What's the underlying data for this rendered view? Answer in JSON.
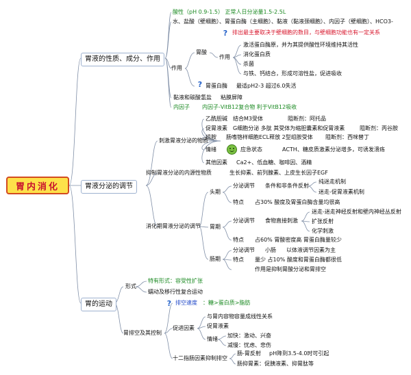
{
  "title": "胃内消化",
  "branches": {
    "b1": "胃液的性质、成分、作用",
    "b2": "胃液分泌的调节",
    "b3": "胃的运动"
  },
  "juice": {
    "acid": "酸性（pH 0.9-1.5） 正常人日分泌量1.5-2.5L",
    "components": "水、盐酸（壁细胞）、胃蛋白酶（主细胞）、黏液（黏液颈细胞）、内因子（壁细胞）、HCO3-",
    "zuoyong": "作用",
    "weisuan": "胃酸",
    "note_red": "排出最主要取决于壁细胞的数目，与壁细胞功能也有一定关系",
    "acid_functions": [
      "激活蛋白酶原，并为其提供酸性环境维持其活性",
      "消化蛋白质",
      "杀菌",
      "与铁、钙结合，形成可溶性盐，促进吸收"
    ],
    "pepsin": "胃蛋白酶",
    "pepsin_note": "最适pH2-3  超过6.0失活",
    "mucus": "黏液和碳酸氢盐",
    "mucus_note": "粘膜屏障",
    "intrinsic": "内因子",
    "intrinsic_note": "内因子-VitB12复合物  利于VitB12吸收"
  },
  "secretion": {
    "stimulate": "刺激胃液分泌的物质",
    "inhibit": "抑制胃液分泌的内源性物质",
    "inhibit_note": "生长抑素、前列腺素、上皮生长因子EGF",
    "digest_phase": "消化期胃液分泌的调节",
    "ach": "乙酰胆碱",
    "ach_note": "结合M3受体",
    "ach_block": "阻断剂：阿托品",
    "gastrin": "促胃液素",
    "gastrin_note": "G细胞分泌   多肽   其受体为缩胆囊素和促胃液素",
    "gastrin_block": "阻断剂：丙谷胺",
    "histamine": "组胺",
    "histamine_note": "肠嗜铬样细胞ECL释放   2型组胺受体",
    "histamine_block": "阻断剂：西咪替丁",
    "emotion": "情绪",
    "stress": "应急状态",
    "stress_note": "ACTH、糖皮质激素分泌增多，可诱发溃疡",
    "others": "其他因素",
    "others_note": "Ca2+、低血糖、咖啡因、酒精"
  },
  "phases": {
    "head": "头期",
    "stomach": "胃期",
    "intestine": "肠期",
    "fenmi": "分泌调节",
    "tedian": "特点",
    "head_reflex": "条件和非条件反射",
    "head_r1": "纯迷走机制",
    "head_r2": "迷走-促胃液素机制",
    "head_feat": "占30%   酸度及胃蛋白酶含量均很高",
    "food": "食物直接刺激",
    "stomach_r1": "迷走-迷走神经反射和壁内神经丛反射",
    "stomach_r2": "扩张反射",
    "stomach_r3": "化学刺激",
    "stomach_feat": "占60%     胃酸密度高   胃蛋白酶量较少",
    "int_reg1": "小肠",
    "int_reg2": "以体液调节因素为主",
    "int_feat": "量少   占10%   酸度和胃蛋白酶都很低",
    "int_extra": "作用是抑制胃酸分泌和胃排空"
  },
  "motility": {
    "form": "形式",
    "form_special": "特有形式：容受性扩张",
    "form_peristalsis": "蠕动及移行性复合运动",
    "empty_ctrl": "胃排空及其控制",
    "empty_speed": "排空速度",
    "empty_order": "：糖>蛋白质>脂肪",
    "promote": "促进因素",
    "promote_1": "与胃内容物容量成线性关系",
    "promote_2": "促胃液素",
    "emotion": "情绪",
    "plus": "加快：激动、兴奋",
    "minus": "减慢：忧虑、悲伤",
    "duodenum": "十二指肠因素抑制排空",
    "enterogastric": "肠-胃反射",
    "entero_note": "pH降到3.5-4.0时可引起",
    "enterogastrone": "肠抑胃素：促胰液素、抑胃肽等"
  }
}
